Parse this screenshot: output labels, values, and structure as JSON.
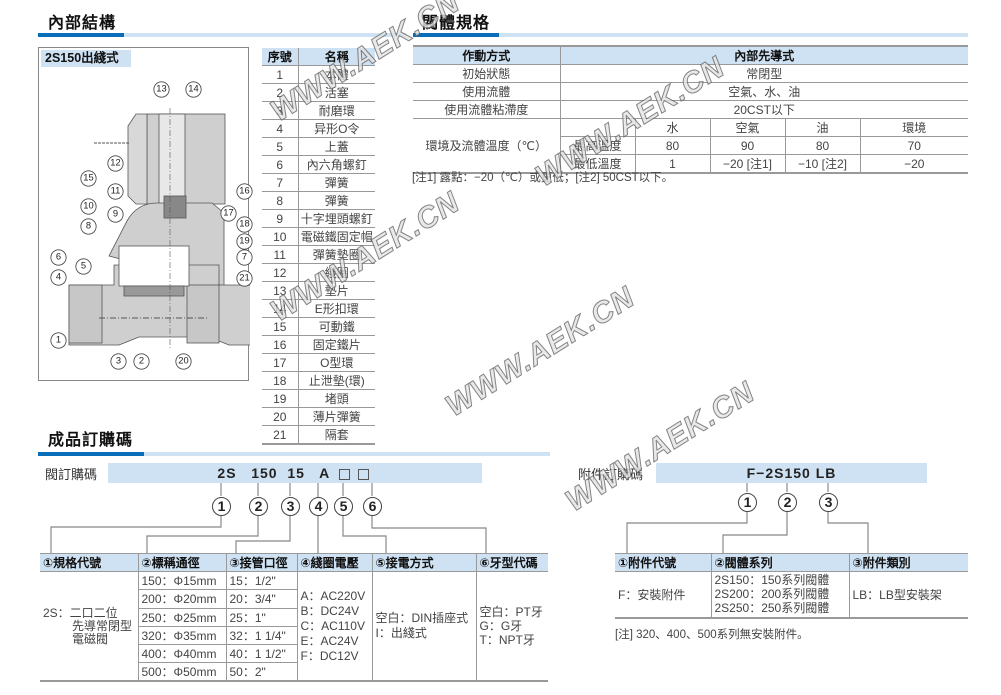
{
  "sections": {
    "internal": "內部結構",
    "spec": "閥體規格",
    "order": "成品訂購碼"
  },
  "diagram": {
    "label": "2S150出綫式",
    "callouts": [
      "1",
      "2",
      "3",
      "4",
      "5",
      "6",
      "7",
      "8",
      "9",
      "10",
      "11",
      "12",
      "13",
      "14",
      "15",
      "16",
      "17",
      "18",
      "19",
      "20",
      "21"
    ]
  },
  "parts": {
    "headers": [
      "序號",
      "名稱"
    ],
    "rows": [
      [
        "1",
        "本體"
      ],
      [
        "2",
        "活塞"
      ],
      [
        "3",
        "耐磨環"
      ],
      [
        "4",
        "异形O令"
      ],
      [
        "5",
        "上蓋"
      ],
      [
        "6",
        "內六角螺釘"
      ],
      [
        "7",
        "彈簧"
      ],
      [
        "8",
        "彈簧"
      ],
      [
        "9",
        "十字埋頭螺釘"
      ],
      [
        "10",
        "電磁鐵固定帽"
      ],
      [
        "11",
        "彈簧墊圈"
      ],
      [
        "12",
        "綫圈"
      ],
      [
        "13",
        "墊片"
      ],
      [
        "14",
        "E形扣環"
      ],
      [
        "15",
        "可動鐵"
      ],
      [
        "16",
        "固定鐵片"
      ],
      [
        "17",
        "O型環"
      ],
      [
        "18",
        "止泄墊(環)"
      ],
      [
        "19",
        "堵頭"
      ],
      [
        "20",
        "薄片彈簧"
      ],
      [
        "21",
        "隔套"
      ]
    ]
  },
  "spec": {
    "header": [
      "作動方式",
      "內部先導式"
    ],
    "rows": [
      [
        "初始狀態",
        "常閉型"
      ],
      [
        "使用流體",
        "空氣、水、油"
      ],
      [
        "使用流體粘滯度",
        "20CST以下"
      ]
    ],
    "temp_label": "環境及流體溫度（℃）",
    "temp_cols": [
      "水",
      "空氣",
      "油",
      "環境"
    ],
    "temp_rows": [
      [
        "最高溫度",
        "80",
        "90",
        "80",
        "70"
      ],
      [
        "最低溫度",
        "1",
        "−20 [注1]",
        "−10 [注2]",
        "−20"
      ]
    ],
    "note": "[注1] 露點：−20（℃）或更低；[注2] 50CST以下。"
  },
  "order": {
    "label": "閥訂購碼",
    "code": [
      "2S",
      "150",
      "15",
      "A"
    ],
    "circles": [
      "1",
      "2",
      "3",
      "4",
      "5",
      "6"
    ],
    "headers": [
      "①規格代號",
      "②標稱通徑",
      "③接管口徑",
      "④綫圈電壓",
      "⑤接電方式",
      "⑥牙型代碼"
    ],
    "spec_code": [
      "2S：二口二位",
      "先導常閉型",
      "電磁閥"
    ],
    "sizes": [
      "150：Φ15mm",
      "200：Φ20mm",
      "250：Φ25mm",
      "320：Φ35mm",
      "400：Φ40mm",
      "500：Φ50mm"
    ],
    "ports": [
      "15：1/2\"",
      "20：3/4\"",
      "25：1\"",
      "32：1 1/4\"",
      "40：1 1/2\"",
      "50：2\""
    ],
    "voltages": [
      "A：AC220V",
      "B：DC24V",
      "C：AC110V",
      "E：AC24V",
      "F：DC12V"
    ],
    "wiring": [
      "空白：DIN插座式",
      "I：出綫式"
    ],
    "threads": [
      "空白：PT牙",
      "G：G牙",
      "T：NPT牙"
    ]
  },
  "accessory": {
    "label": "附件訂購碼",
    "code": "F−2S150 LB",
    "circles": [
      "1",
      "2",
      "3"
    ],
    "headers": [
      "①附件代號",
      "②閥體系列",
      "③附件類別"
    ],
    "code_val": "F：安裝附件",
    "series": [
      "2S150：150系列閥體",
      "2S200：200系列閥體",
      "2S250：250系列閥體"
    ],
    "type": "LB：LB型安裝架",
    "note": "[注] 320、400、500系列無安裝附件。"
  },
  "watermark": "WWW.AEK.CN",
  "colors": {
    "accent": "#0a6dba",
    "header_bg": "#cfe2f3"
  }
}
